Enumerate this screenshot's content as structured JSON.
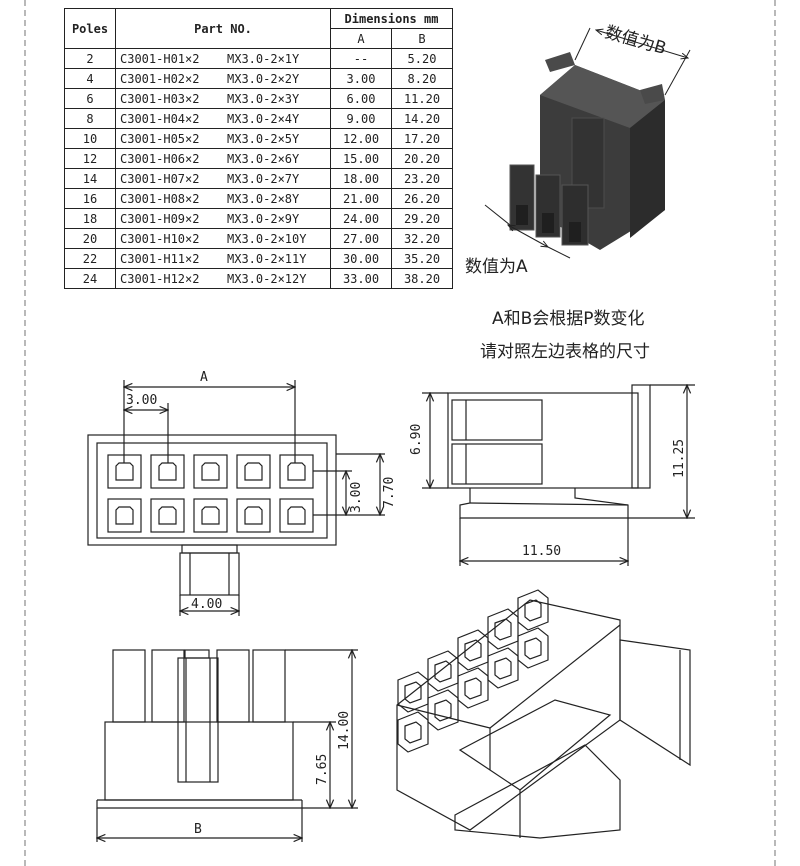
{
  "table": {
    "headers": {
      "poles": "Poles",
      "part_no": "Part NO.",
      "dimensions": "Dimensions mm",
      "a": "A",
      "b": "B"
    },
    "rows": [
      {
        "poles": "2",
        "part1": "C3001-H01×2",
        "part2": "MX3.0-2×1Y",
        "a": "--",
        "b": "5.20"
      },
      {
        "poles": "4",
        "part1": "C3001-H02×2",
        "part2": "MX3.0-2×2Y",
        "a": "3.00",
        "b": "8.20"
      },
      {
        "poles": "6",
        "part1": "C3001-H03×2",
        "part2": "MX3.0-2×3Y",
        "a": "6.00",
        "b": "11.20"
      },
      {
        "poles": "8",
        "part1": "C3001-H04×2",
        "part2": "MX3.0-2×4Y",
        "a": "9.00",
        "b": "14.20"
      },
      {
        "poles": "10",
        "part1": "C3001-H05×2",
        "part2": "MX3.0-2×5Y",
        "a": "12.00",
        "b": "17.20"
      },
      {
        "poles": "12",
        "part1": "C3001-H06×2",
        "part2": "MX3.0-2×6Y",
        "a": "15.00",
        "b": "20.20"
      },
      {
        "poles": "14",
        "part1": "C3001-H07×2",
        "part2": "MX3.0-2×7Y",
        "a": "18.00",
        "b": "23.20"
      },
      {
        "poles": "16",
        "part1": "C3001-H08×2",
        "part2": "MX3.0-2×8Y",
        "a": "21.00",
        "b": "26.20"
      },
      {
        "poles": "18",
        "part1": "C3001-H09×2",
        "part2": "MX3.0-2×9Y",
        "a": "24.00",
        "b": "29.20"
      },
      {
        "poles": "20",
        "part1": "C3001-H10×2",
        "part2": "MX3.0-2×10Y",
        "a": "27.00",
        "b": "32.20"
      },
      {
        "poles": "22",
        "part1": "C3001-H11×2",
        "part2": "MX3.0-2×11Y",
        "a": "30.00",
        "b": "35.20"
      },
      {
        "poles": "24",
        "part1": "C3001-H12×2",
        "part2": "MX3.0-2×12Y",
        "a": "33.00",
        "b": "38.20"
      }
    ]
  },
  "photo": {
    "label_b": "数值为B",
    "label_a": "数值为A"
  },
  "notes": {
    "line1": "A和B会根据P数变化",
    "line2": "请对照左边表格的尺寸"
  },
  "front_view": {
    "dim_a": "A",
    "dim_pitch": "3.00",
    "dim_row_pitch": "3.00",
    "dim_height": "7.70",
    "dim_latch": "4.00"
  },
  "side_view": {
    "dim_6_90": "6.90",
    "dim_11_25": "11.25",
    "dim_11_50": "11.50"
  },
  "bottom_view": {
    "dim_14_00": "14.00",
    "dim_7_65": "7.65",
    "dim_b": "B"
  },
  "colors": {
    "line": "#222222",
    "connector": "#3a3a3a",
    "frame": "#b9b9b9"
  }
}
